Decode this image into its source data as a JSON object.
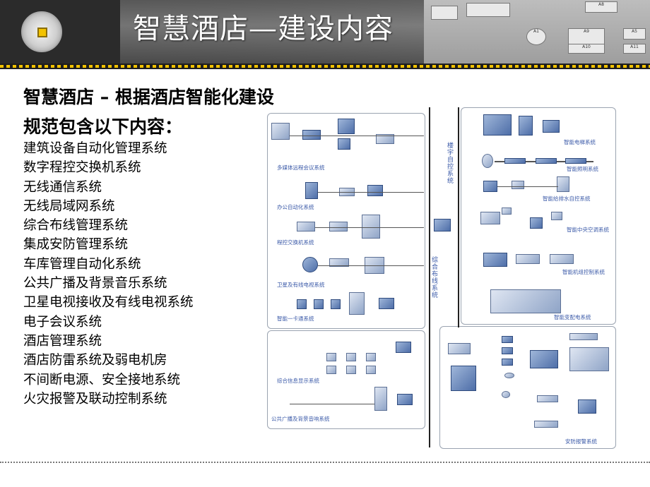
{
  "header": {
    "title": "智慧酒店—建设内容"
  },
  "intro": {
    "heading_line1": "智慧酒店 – 根据酒店智能化建设",
    "heading_line2": "规范包含以下内容："
  },
  "systems": [
    "建筑设备自动化管理系统",
    "数字程控交换机系统",
    "无线通信系统",
    "无线局域网系统",
    "综合布线管理系统",
    "集成安防管理系统",
    "车库管理自动化系统",
    "公共广播及背景音乐系统",
    "卫星电视接收及有线电视系统",
    "电子会议系统",
    "酒店管理系统",
    "酒店防雷系统及弱电机房",
    "不间断电源、安全接地系统",
    "火灾报警及联动控制系统"
  ],
  "map_labels": [
    "A8",
    "A9",
    "A1",
    "A10",
    "A11",
    "A5"
  ],
  "diagram": {
    "left": {
      "multimedia": "多媒体远程会议系统",
      "office": "办公自动化系统",
      "pbx": "程控交换机系统",
      "satellite": "卫星及有线电视系统",
      "card": "智能一卡通系统",
      "info_display": "综合信息显示系统",
      "broadcast": "公共广播及背景音响系统"
    },
    "right": {
      "elevator": "智能电梯系统",
      "lighting": "智能照明系统",
      "water": "智能给排水自控系统",
      "hvac": "智能中央空调系统",
      "machine": "智能机组控制系统",
      "power": "智能变配电系统",
      "security": "安防报警系统"
    },
    "spine": {
      "bas": "楼宇自控系统",
      "cabling": "综合布线系统"
    }
  }
}
